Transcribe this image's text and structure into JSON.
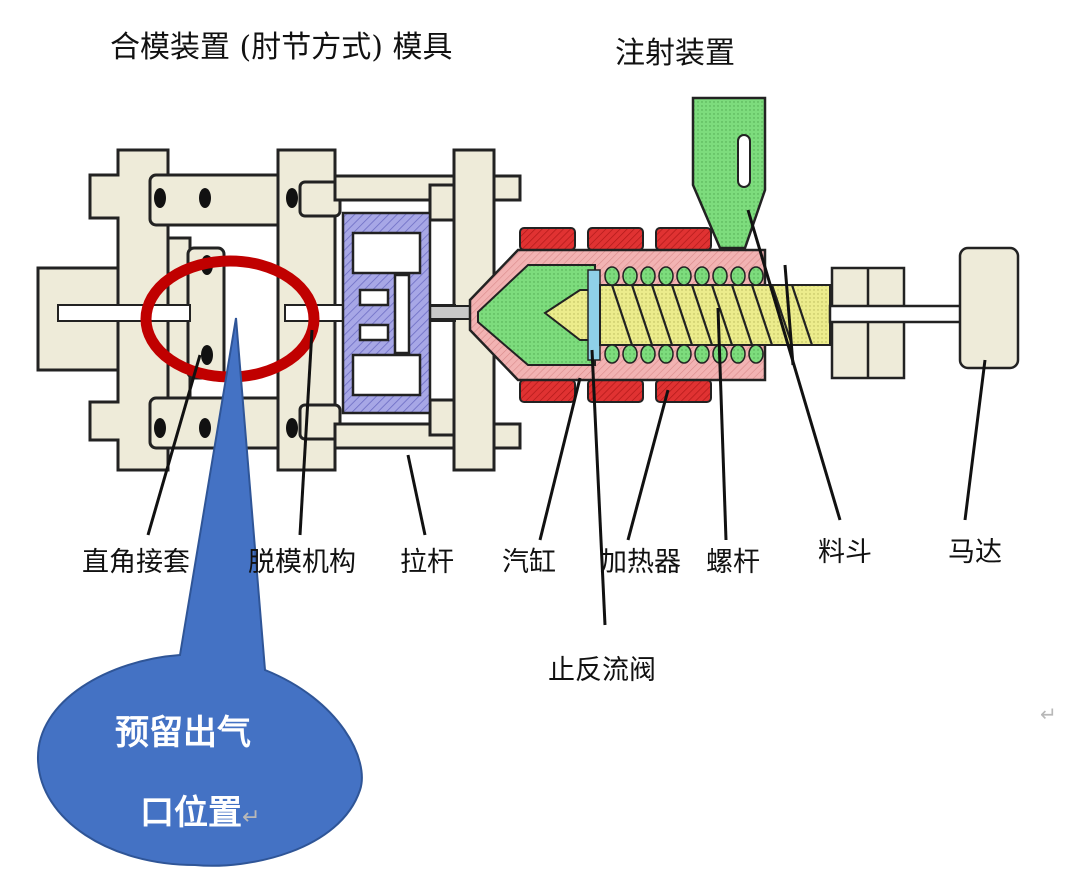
{
  "titles": {
    "clamp_unit": "合模装置 (肘节方式) 模具",
    "injection_unit": "注射装置"
  },
  "labels": {
    "toggle_sleeve": "直角接套",
    "ejector": "脱模机构",
    "tie_bar": "拉杆",
    "cylinder": "汽缸",
    "heater": "加热器",
    "screw": "螺杆",
    "check_valve": "止反流阀",
    "hopper": "料斗",
    "motor": "马达"
  },
  "callout": {
    "line1": "预留出气",
    "line2": "口位置",
    "return_mark": "↵"
  },
  "paragraph_mark": "↵",
  "colors": {
    "frame_fill": "#eeebd9",
    "mold_fill": "#9b9be0",
    "barrel_fill": "#f2b3b3",
    "heater_fill": "#e03232",
    "screw_fill": "#ecec8c",
    "hopper_fill": "#7ddc7d",
    "callout_fill": "#4472c4",
    "highlight_ring": "#c00000"
  }
}
